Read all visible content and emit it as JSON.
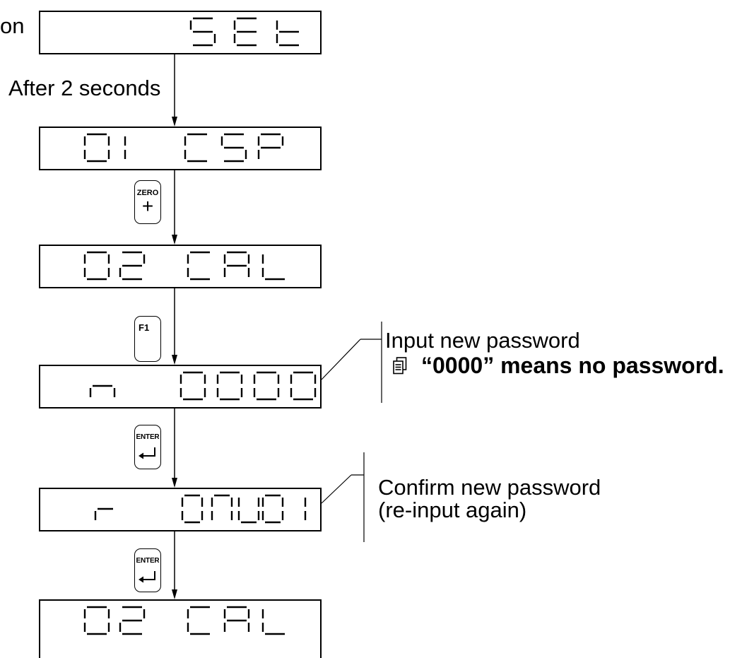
{
  "power_on_label": "on",
  "delay_label": "After 2 seconds",
  "displays": [
    {
      "text": "SEt"
    },
    {
      "text": "01 CSP"
    },
    {
      "text": "02 CAL"
    },
    {
      "text": "n 0000"
    },
    {
      "text": "r 0ΠU01"
    },
    {
      "text": "02 CAL"
    }
  ],
  "keys": {
    "zero": {
      "label": "ZERO",
      "symbol": "+"
    },
    "f1": {
      "label": "F1"
    },
    "enter_1": {
      "label": "ENTER",
      "icon": "enter-arrow-icon"
    },
    "enter_2": {
      "label": "ENTER",
      "icon": "enter-arrow-icon"
    }
  },
  "callouts": {
    "input": {
      "title": "Input new password",
      "note_icon": "note-icon",
      "note": "“0000” means no password."
    },
    "confirm": {
      "line1": "Confirm new password",
      "line2": "(re-input again)"
    }
  }
}
